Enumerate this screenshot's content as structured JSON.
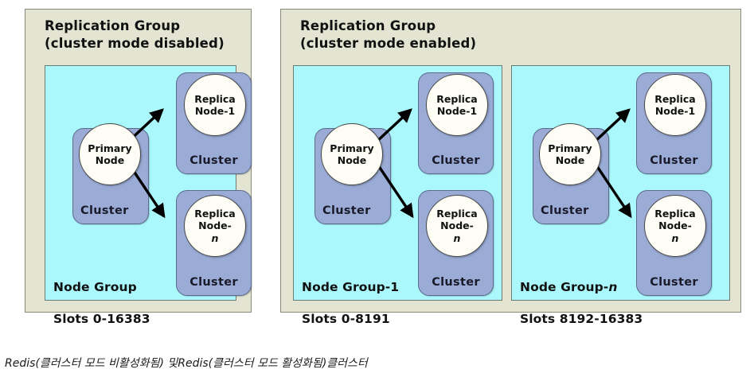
{
  "caption": "Redis(클러스터 모드 비활성화됨) 및Redis(클러스터 모드 활성화됨)클러스터",
  "colors": {
    "replication_group_bg": "#e3e4d2",
    "node_group_bg": "#aaf8fc",
    "cluster_bg": "#9aabd6",
    "node_circle_bg": "#fdfdf5",
    "arrow": "#000000",
    "text": "#111111"
  },
  "panels": [
    {
      "id": "cluster-mode-disabled",
      "title": "Replication Group\n(cluster mode disabled)",
      "node_groups": [
        {
          "id": "node-group-disabled",
          "name": "Node Group",
          "slots": "Slots 0-16383",
          "primary": {
            "line1": "Primary",
            "line2": "Node",
            "cluster_label": "Cluster"
          },
          "replicas": [
            {
              "line1": "Replica",
              "line2": "Node-1",
              "cluster_label": "Cluster"
            },
            {
              "line1": "Replica",
              "line2": "Node-",
              "italic": "n",
              "cluster_label": "Cluster"
            }
          ]
        }
      ]
    },
    {
      "id": "cluster-mode-enabled",
      "title": "Replication Group\n(cluster mode enabled)",
      "node_groups": [
        {
          "id": "node-group-1",
          "name": "Node Group-1",
          "slots": "Slots 0-8191",
          "primary": {
            "line1": "Primary",
            "line2": "Node",
            "cluster_label": "Cluster"
          },
          "replicas": [
            {
              "line1": "Replica",
              "line2": "Node-1",
              "cluster_label": "Cluster"
            },
            {
              "line1": "Replica",
              "line2": "Node-",
              "italic": "n",
              "cluster_label": "Cluster"
            }
          ]
        },
        {
          "id": "node-group-n",
          "name": "Node Group-",
          "name_italic": "n",
          "slots": "Slots 8192-16383",
          "primary": {
            "line1": "Primary",
            "line2": "Node",
            "cluster_label": "Cluster"
          },
          "replicas": [
            {
              "line1": "Replica",
              "line2": "Node-1",
              "cluster_label": "Cluster"
            },
            {
              "line1": "Replica",
              "line2": "Node-",
              "italic": "n",
              "cluster_label": "Cluster"
            }
          ]
        }
      ]
    }
  ]
}
